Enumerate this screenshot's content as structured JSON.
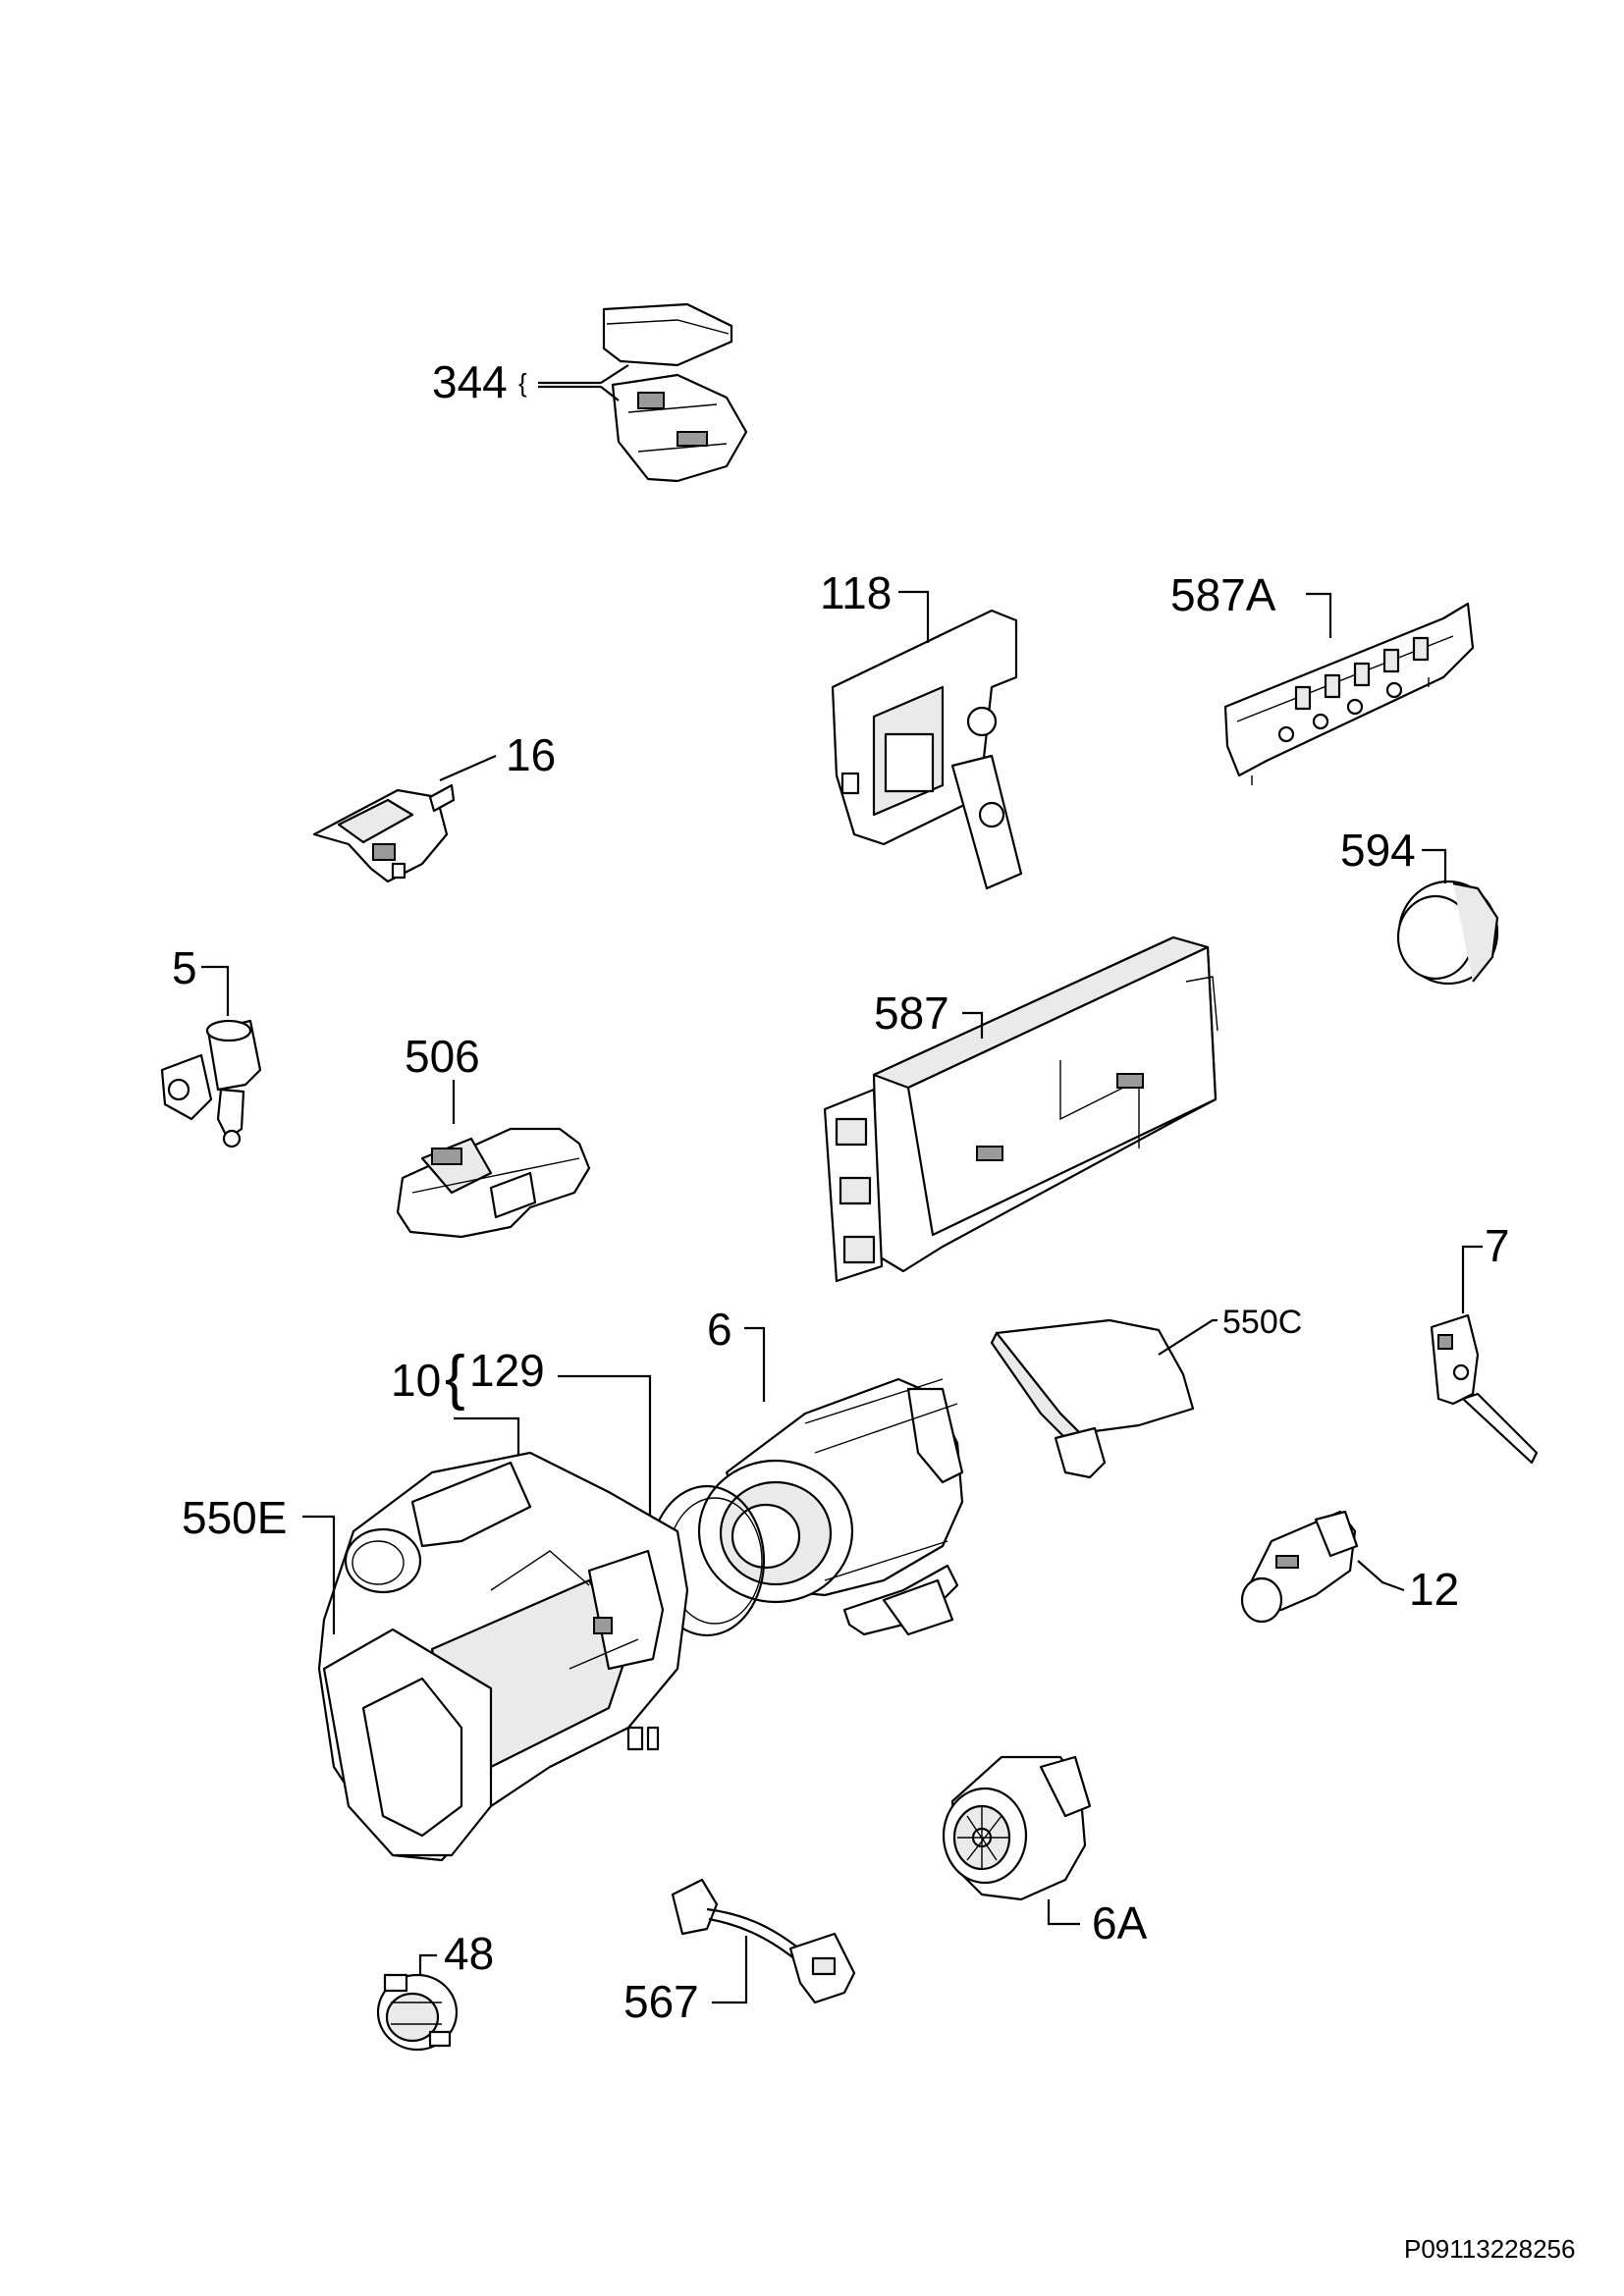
{
  "labels": {
    "p344": "344",
    "p118": "118",
    "p587A": "587A",
    "p16": "16",
    "p594": "594",
    "p5": "5",
    "p506": "506",
    "p587": "587",
    "p7": "7",
    "p6": "6",
    "p550C": "550C",
    "p10": "10",
    "p129": "129",
    "p550E": "550E",
    "p12": "12",
    "p6A": "6A",
    "p48": "48",
    "p567": "567"
  },
  "drawing_ref": "P09113228256"
}
